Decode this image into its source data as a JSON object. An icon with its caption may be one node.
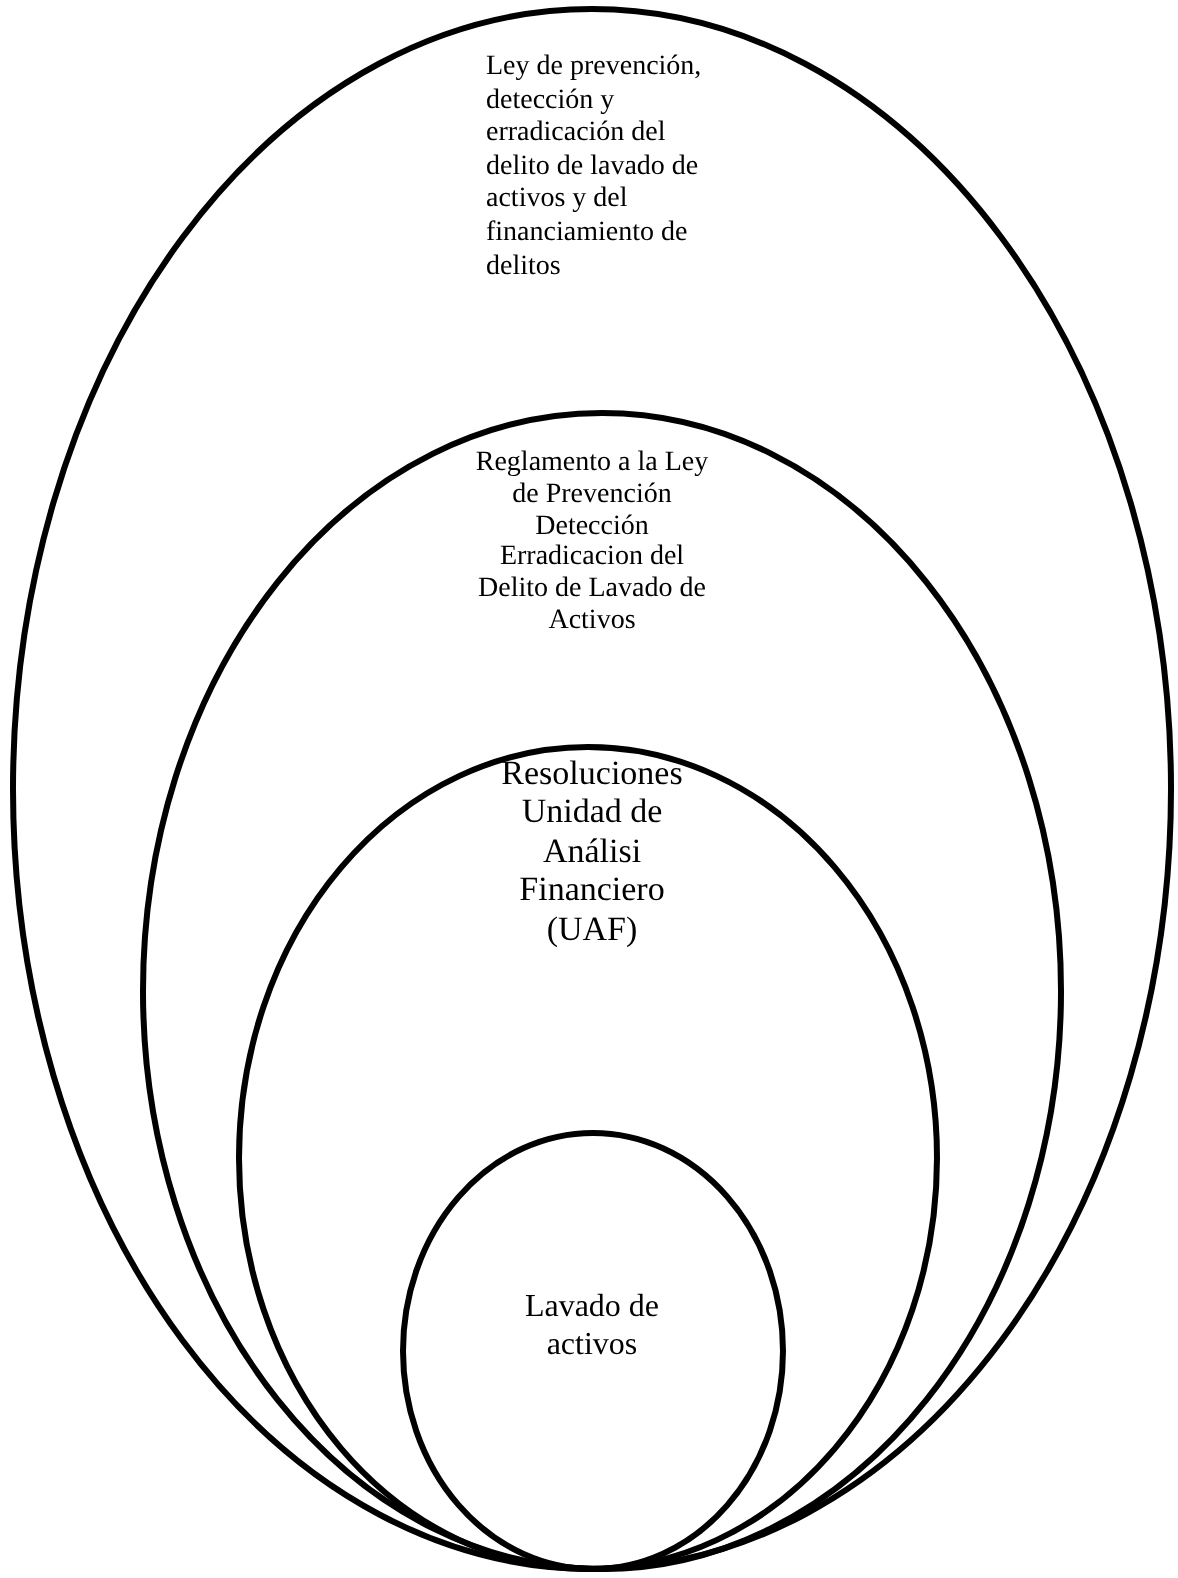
{
  "diagram": {
    "nodes": [
      {
        "text": [
          "Ley de prevención, detección y erradicación del delito de lavado de activos y del financiamiento de delitos"
        ]
      },
      {
        "text": [
          "Reglamento a la Ley de Prevención Detección Erradicacion del Delito de Lavado de Activos"
        ],
        "in": 0
      },
      {
        "text": [
          "Resoluciones Unidad de Análisi Financiero (UAF)"
        ],
        "in": 1
      },
      {
        "text": [
          "Lavado de activos"
        ],
        "in": 2
      }
    ]
  }
}
